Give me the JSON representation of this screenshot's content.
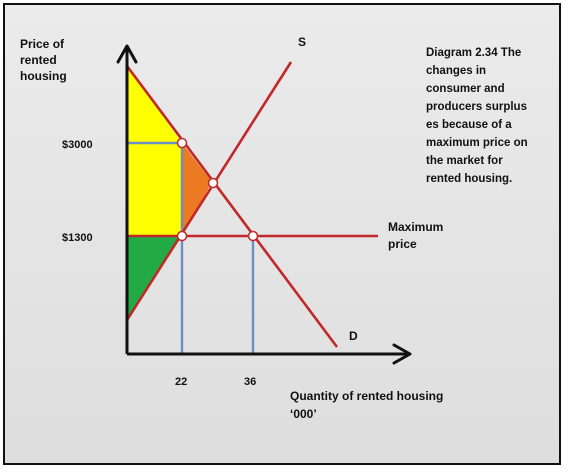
{
  "y_axis_label": [
    "Price of",
    "rented",
    "housing"
  ],
  "x_axis_label": [
    "Quantity of  rented housing",
    "‘000’"
  ],
  "caption": [
    "Diagram 2.34 The",
    "changes in",
    "consumer and",
    "producers surplus",
    "es because of a",
    "maximum price on",
    "the market for",
    "rented housing."
  ],
  "supply_label": "S",
  "demand_label": "D",
  "max_price_label": [
    "Maximum",
    "price"
  ],
  "price_ticks": [
    {
      "label": "$3000",
      "value": 3000
    },
    {
      "label": "$1300",
      "value": 1300
    }
  ],
  "quantity_ticks": [
    {
      "label": "22",
      "value": 22
    },
    {
      "label": "36",
      "value": 36
    }
  ],
  "colors": {
    "curves": "#c0282a",
    "guides": "#6b8fc4",
    "consumer_surplus": "#ffff00",
    "producer_surplus": "#22aa44",
    "deadweight_loss": "#ec7a22",
    "axes": "#111111"
  }
}
